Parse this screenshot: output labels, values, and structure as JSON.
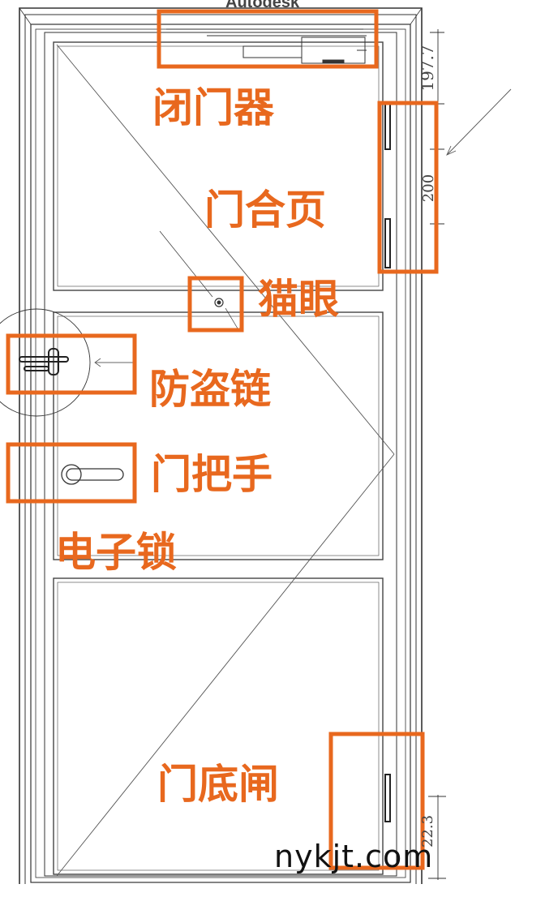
{
  "top_text": "Autodesk",
  "labels": {
    "door_closer": "闭门器",
    "hinge": "门合页",
    "peephole": "猫眼",
    "security_chain": "防盗链",
    "handle": "门把手",
    "electronic_lock": "电子锁",
    "bottom_latch": "门底闸"
  },
  "dimensions": {
    "top_gap": "197.7",
    "hinge_spacing": "200",
    "bottom_gap": "22.3"
  },
  "watermark": "nykjt.com",
  "colors": {
    "accent": "#e8681e",
    "line": "#333333"
  }
}
